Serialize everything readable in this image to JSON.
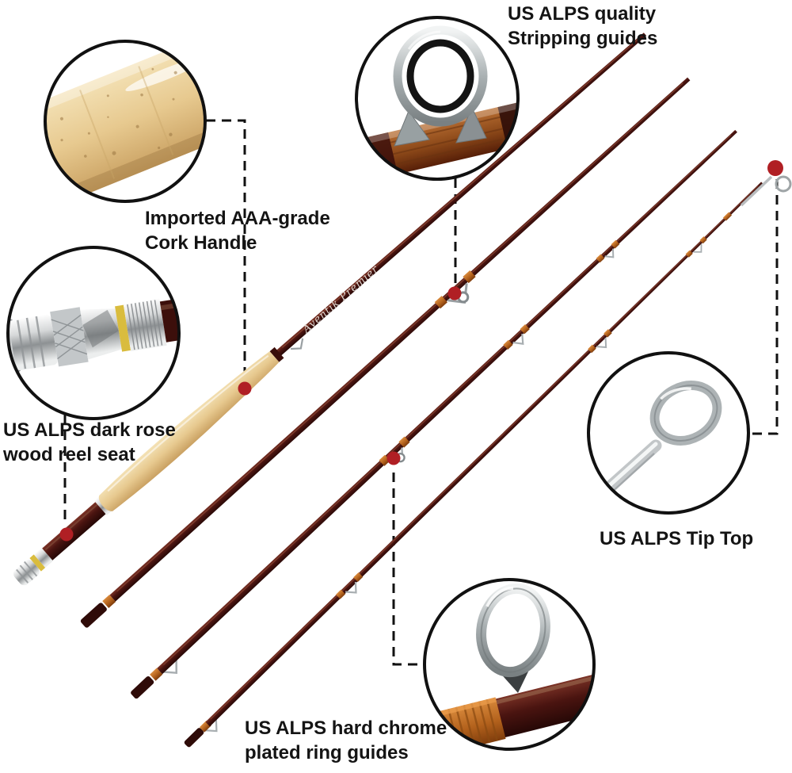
{
  "rod": {
    "blank_label": "Aventik Premier"
  },
  "callouts": {
    "stripping_guides": {
      "line1": "US ALPS quality",
      "line2": "Stripping guides"
    },
    "cork_handle": {
      "line1": "Imported AAA-grade",
      "line2": "Cork Handle"
    },
    "reel_seat": {
      "line1": "US ALPS dark rose",
      "line2": "wood reel seat"
    },
    "tip_top": {
      "line1": "US ALPS Tip Top"
    },
    "ring_guides": {
      "line1": "US ALPS hard chrome",
      "line2": "plated ring guides"
    }
  },
  "colors": {
    "background": "#ffffff",
    "text": "#141414",
    "callout_line": "#111111",
    "marker_dot": "#b01f24",
    "rod_blank": "#4a1410",
    "cork": "#e6c890",
    "thread_wrap": "#c0702a",
    "chrome": "#b9bdbf",
    "yellow_band": "#d9bc3e"
  }
}
